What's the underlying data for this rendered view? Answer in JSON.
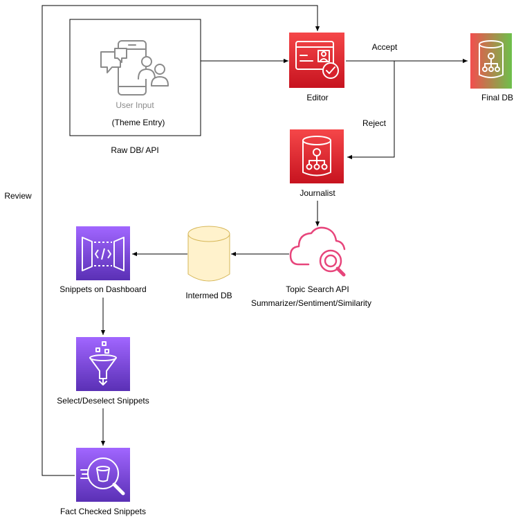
{
  "nodes": {
    "user_input": {
      "label": "User Input",
      "sublabel": "(Theme Entry)",
      "caption": "Raw DB/ API"
    },
    "editor": {
      "label": "Editor"
    },
    "final_db": {
      "label": "Final DB"
    },
    "journalist": {
      "label": "Journalist"
    },
    "topic_search": {
      "label_line1": "Topic Search API",
      "label_line2": "Summarizer/Sentiment/Similarity"
    },
    "intermed_db": {
      "label": "Intermed DB"
    },
    "snippets_dashboard": {
      "label": "Snippets on Dashboard"
    },
    "select_snippets": {
      "label": "Select/Deselect Snippets"
    },
    "fact_checked": {
      "label": "Fact Checked Snippets"
    }
  },
  "edges": {
    "accept": "Accept",
    "reject": "Reject",
    "review": "Review"
  },
  "colors": {
    "aws_red_top": "#f54749",
    "aws_red_bottom": "#c7131f",
    "aws_purple_top": "#a166ff",
    "aws_purple_bottom": "#5a30b5",
    "final_db_left": "#f24e4e",
    "final_db_right": "#6dc04b",
    "cloud_pink": "#e7457b",
    "intermed_fill": "#fff2cc",
    "intermed_stroke": "#d6b656",
    "grey_icon": "#8a8a8a"
  }
}
